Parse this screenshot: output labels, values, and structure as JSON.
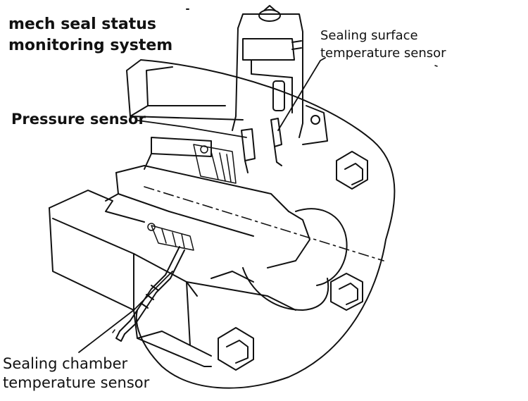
{
  "title_lines": [
    "mech seal status",
    "monitoring system"
  ],
  "labels": {
    "sealing_surface_sensor": [
      "Sealing surface",
      "temperature sensor"
    ],
    "pressure_sensor": "Pressure sensor",
    "sealing_chamber_sensor": [
      "Sealing chamber",
      "temperature sensor"
    ]
  },
  "colors": {
    "ink": "#111111",
    "background": "#ffffff"
  }
}
